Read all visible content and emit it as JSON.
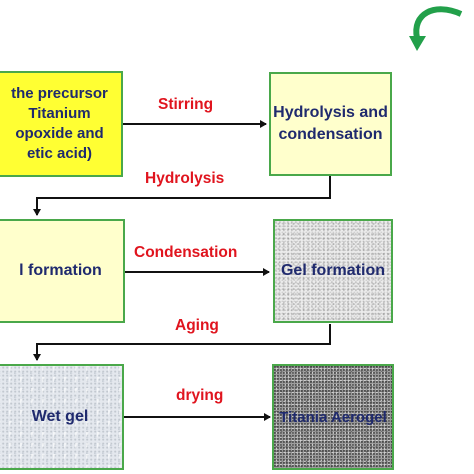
{
  "boxes": {
    "precursor": [
      "the precursor",
      "Titanium",
      "opoxide and",
      "etic acid)"
    ],
    "hydrolysis": [
      "Hydrolysis and",
      "condensation"
    ],
    "sol": "l formation",
    "gel": "Gel formation",
    "wet_gel": "Wet gel",
    "aerogel": "Titania Aerogel"
  },
  "steps": {
    "stirring": "Stirring",
    "hydrolysis": "Hydrolysis",
    "condensation": "Condensation",
    "aging": "Aging",
    "drying": "drying"
  },
  "colors": {
    "box_border": "#4aa84a",
    "box_text": "#1f2a6e",
    "step_label": "#e0141e",
    "curved_arrow": "#22a04a",
    "highlight_fill": "#ffff33"
  }
}
